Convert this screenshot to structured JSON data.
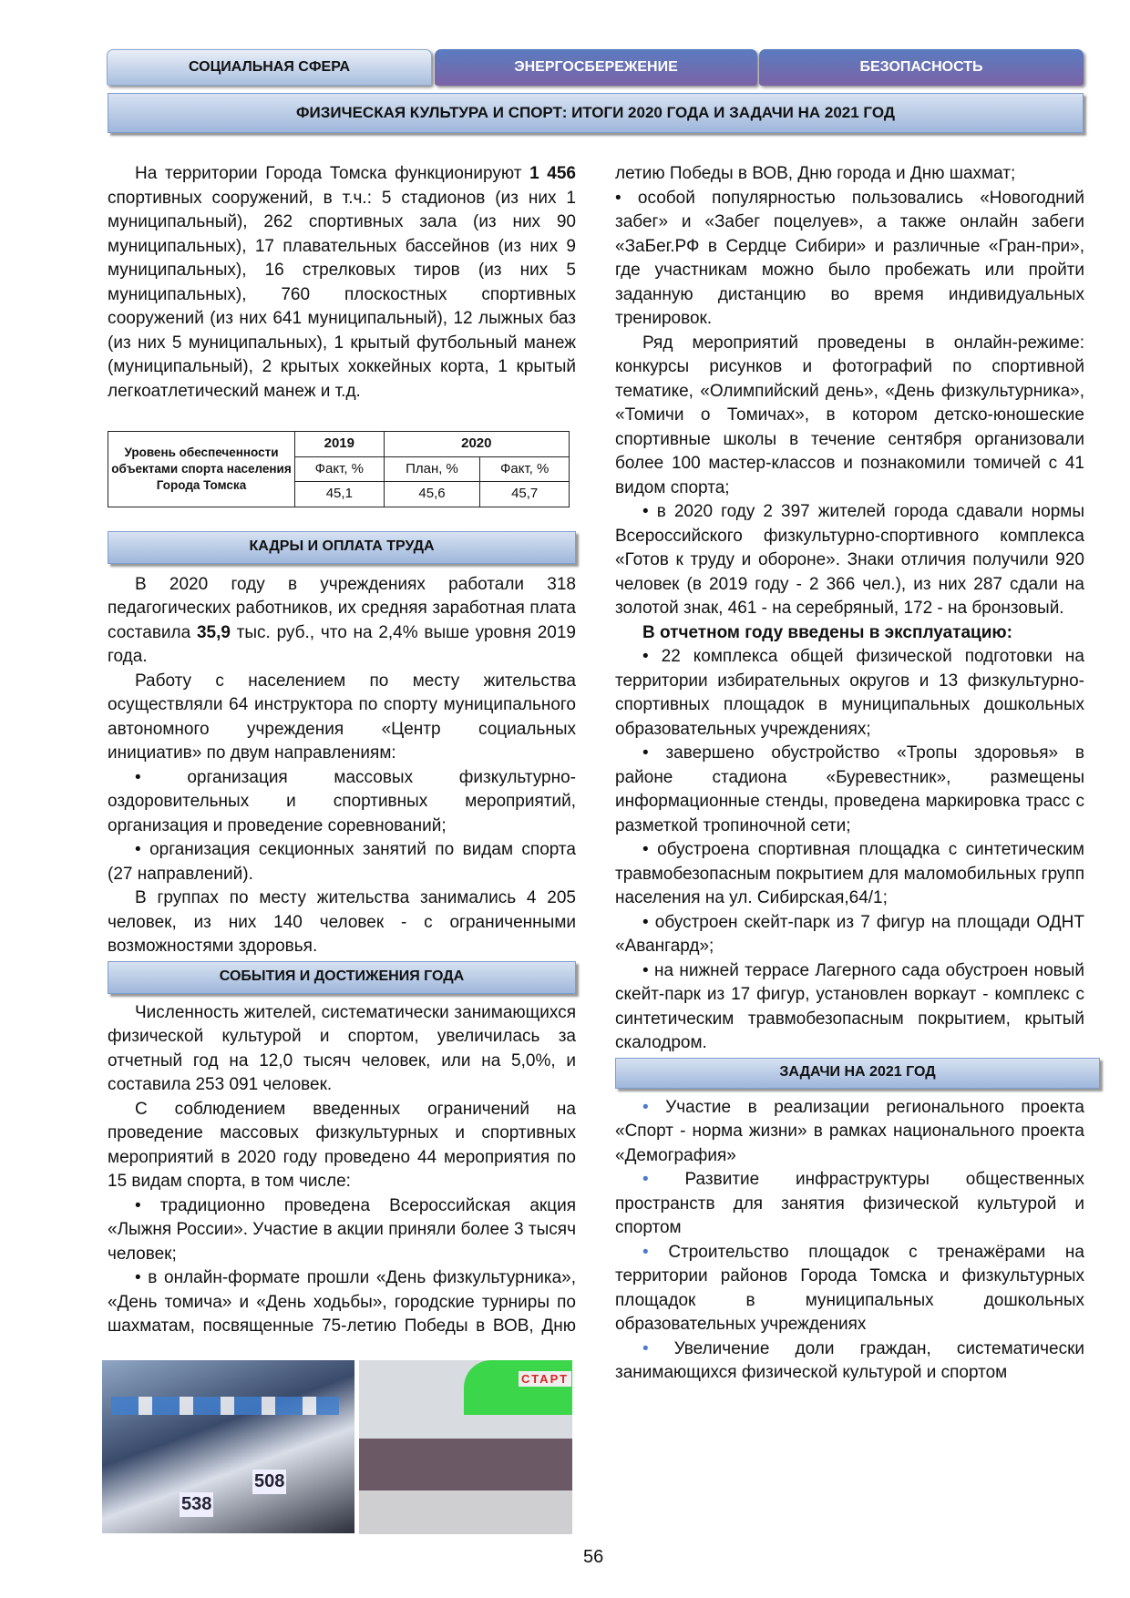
{
  "tabs": [
    "СОЦИАЛЬНАЯ СФЕРА",
    "ЭНЕРГОСБЕРЕЖЕНИЕ",
    "БЕЗОПАСНОСТЬ"
  ],
  "title": "ФИЗИЧЕСКАЯ КУЛЬТУРА И СПОРТ: ИТОГИ 2020 ГОДА И ЗАДАЧИ НА 2021 ГОД",
  "intro": {
    "bold": "1 456",
    "before": "На территории Города Томска функционируют ",
    "after": " спортивных сооружений, в т.ч.: 5 стадионов (из них 1 муниципальный), 262 спортивных зала (из них 90 муниципальных), 17 плавательных бассейнов (из них 9 муниципальных), 16 стрелковых тиров (из них 5 муниципальных), 760 плоскостных спортивных сооружений (из них 641 муниципальный), 12 лыжных баз (из них 5 муниципальных), 1 крытый футбольный манеж (муниципальный), 2 крытых хоккейных корта, 1 крытый легкоатлетический манеж и т.д."
  },
  "table": {
    "row_label": "Уровень обеспеченности объектами спорта населения Города Томска",
    "years": [
      "2019",
      "2020"
    ],
    "headers": [
      "Факт, %",
      "План, %",
      "Факт, %"
    ],
    "values": [
      "45,1",
      "45,6",
      "45,7"
    ]
  },
  "sections": {
    "staff": "КАДРЫ И ОПЛАТА ТРУДА",
    "events": "СОБЫТИЯ И ДОСТИЖЕНИЯ ГОДА",
    "tasks": "ЗАДАЧИ НА 2021 ГОД"
  },
  "staff": {
    "p1_before": "В 2020 году в учреждениях работали 318 педагогических работников, их средняя заработная плата составила ",
    "p1_bold": "35,9",
    "p1_after": " тыс. руб., что на 2,4% выше уровня 2019 года.",
    "p2": "Работу с населением по месту жительства осуществляли 64 инструктора по спорту муниципального автономного учреждения «Центр социальных инициатив» по двум направлениям:",
    "b1": "• организация массовых физкультурно-оздоровительных и спортивных мероприятий, организация и проведение соревнований;",
    "b2": "• организация секционных занятий по видам спорта (27 направлений).",
    "p3": "В группах по месту жительства занимались 4 205 человек, из них 140 человек - с ограниченными возможностями здоровья."
  },
  "events": {
    "p1": "Численность жителей, систематически занимающихся физической культурой и спортом, увеличилась за отчетный год на 12,0 тысяч человек, или на 5,0%, и составила 253 091 человек.",
    "p2": "С соблюдением введенных ограничений на проведение массовых физкультурных и спортивных мероприятий в 2020 году проведено 44 мероприятия по 15 видам спорта, в том числе:",
    "b1": "• традиционно проведена Всероссийская акция «Лыжня России». Участие в акции приняли более 3 тысяч человек;",
    "b2": "• в онлайн-формате прошли «День физкультурника», «День томича» и «День ходьбы», городские турниры по шахматам, посвященные 75-летию Победы в ВОВ, Дню города и Дню шахмат;",
    "b3": "• особой популярностью пользовались «Новогодний забег» и «Забег поцелуев», а также онлайн забеги «ЗаБег.РФ в Сердце Сибири» и различные «Гран-при», где участникам можно было пробежать или пройти заданную дистанцию во время индивидуальных тренировок.",
    "p3": "Ряд мероприятий проведены в онлайн-режиме: конкурсы рисунков и фотографий по спортивной тематике, «Олимпийский день», «День физкультурника», «Томичи о Томичах», в котором детско-юношеские спортивные школы в течение сентября организовали более 100 мастер-классов и познакомили томичей с 41 видом спорта;",
    "b4": "• в 2020 году 2 397 жителей города сдавали нормы Всероссийского физкультурно-спортивного комплекса «Готов к труду и обороне». Знаки отличия получили 920 человек (в 2019 году - 2 366 чел.), из них 287 сдали на золотой знак, 461 - на серебряный, 172 - на бронзовый.",
    "h": "В отчетном году введены в эксплуатацию:",
    "c1": "• 22 комплекса общей физической подготовки на территории избирательных округов и 13 физкультурно-спортивных площадок в муниципальных дошкольных образовательных учреждениях;",
    "c2": "• завершено обустройство «Тропы здоровья» в районе стадиона «Буревестник», размещены информационные стенды, проведена маркировка трасс с разметкой тропиночной сети;",
    "c3": "• обустроена спортивная площадка с синтетическим травмобезопасным покрытием для маломобильных групп населения на ул. Сибирская,64/1;",
    "c4": "• обустроен скейт-парк из 7 фигур на площади ОДНТ «Авангард»;",
    "c5": "• на нижней террасе Лагерного сада обустроен новый скейт-парк из 17 фигур, установлен воркаут - комплекс с синтетическим травмобезопасным покрытием, крытый скалодром."
  },
  "tasks": [
    "Участие в реализации регионального проекта «Спорт - норма жизни» в рамках национального проекта «Демография»",
    "Развитие инфраструктуры общественных пространств для занятия физической культурой и спортом",
    "Строительство площадок с тренажёрами на территории районов Города Томска и физкультурных площадок в муниципальных дошкольных образовательных учреждениях",
    "Увеличение доли граждан, систематически занимающихся физической культурой и спортом"
  ],
  "photo_texts": {
    "start_banner": "СТАРТ",
    "bibs": [
      "508",
      "538"
    ]
  },
  "page_number": "56",
  "colors": {
    "tab_active": "#b8cbe6",
    "tab_off": "#6a6fb3",
    "bar": "#b3c7e5"
  }
}
